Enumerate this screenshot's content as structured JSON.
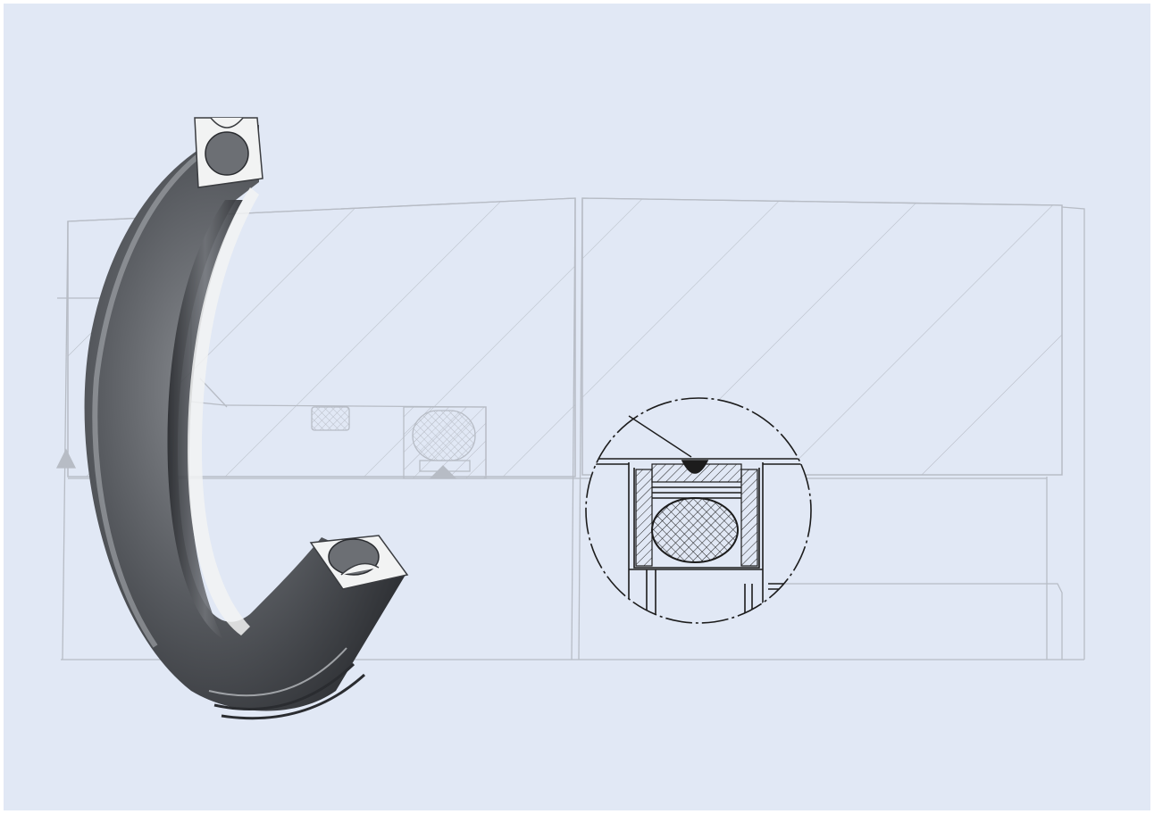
{
  "figure": {
    "subject": "seal-cross-section-illustration",
    "colors": {
      "background": "#e1e8f5",
      "page_border": "#ffffff",
      "drawing_line": "#b7bcc5",
      "detail_line": "#2a2a2a",
      "seal_body": "#5b5e63",
      "seal_highlight": "#f2f3f3"
    },
    "icons": [
      "seal-ring-photo",
      "magnified-detail-circle",
      "hatched-housing",
      "o-ring-crosshatch"
    ]
  }
}
